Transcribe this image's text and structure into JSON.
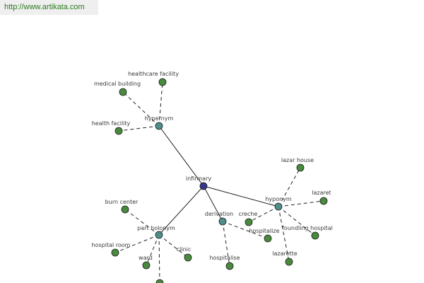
{
  "header": {
    "url": "http://www.artikata.com"
  },
  "colors": {
    "center": "#35358a",
    "relation": "#4f8f8a",
    "leaf": "#4a8a3c",
    "url_text": "#2b7a1f"
  },
  "graph": {
    "center": {
      "id": "infirmary",
      "label": "infirmary"
    },
    "relations": [
      {
        "id": "hypernym",
        "label": "hypernym"
      },
      {
        "id": "part-holonym",
        "label": "part holonym"
      },
      {
        "id": "derivation",
        "label": "derivation"
      },
      {
        "id": "hyponym",
        "label": "hyponym"
      }
    ],
    "leaves": [
      {
        "id": "healthcare-facility",
        "label": "healthcare facility",
        "parent": "hypernym"
      },
      {
        "id": "medical-building",
        "label": "medical building",
        "parent": "hypernym"
      },
      {
        "id": "health-facility",
        "label": "health facility",
        "parent": "hypernym"
      },
      {
        "id": "burn-center",
        "label": "burn center",
        "parent": "part-holonym"
      },
      {
        "id": "hospital-room",
        "label": "hospital room",
        "parent": "part-holonym"
      },
      {
        "id": "ward",
        "label": "ward",
        "parent": "part-holonym"
      },
      {
        "id": "clinic",
        "label": "clinic",
        "parent": "part-holonym"
      },
      {
        "id": "hospital-truncated",
        "label": "",
        "parent": "part-holonym"
      },
      {
        "id": "hospitalise",
        "label": "hospitalise",
        "parent": "derivation"
      },
      {
        "id": "hospitalize",
        "label": "hospitalize",
        "parent": "derivation"
      },
      {
        "id": "lazar-house",
        "label": "lazar house",
        "parent": "hyponym"
      },
      {
        "id": "lazaret",
        "label": "lazaret",
        "parent": "hyponym"
      },
      {
        "id": "creche",
        "label": "creche",
        "parent": "hyponym"
      },
      {
        "id": "foundling-hospital",
        "label": "foundling hospital",
        "parent": "hyponym"
      },
      {
        "id": "lazarette",
        "label": "lazarette",
        "parent": "hyponym"
      }
    ]
  }
}
